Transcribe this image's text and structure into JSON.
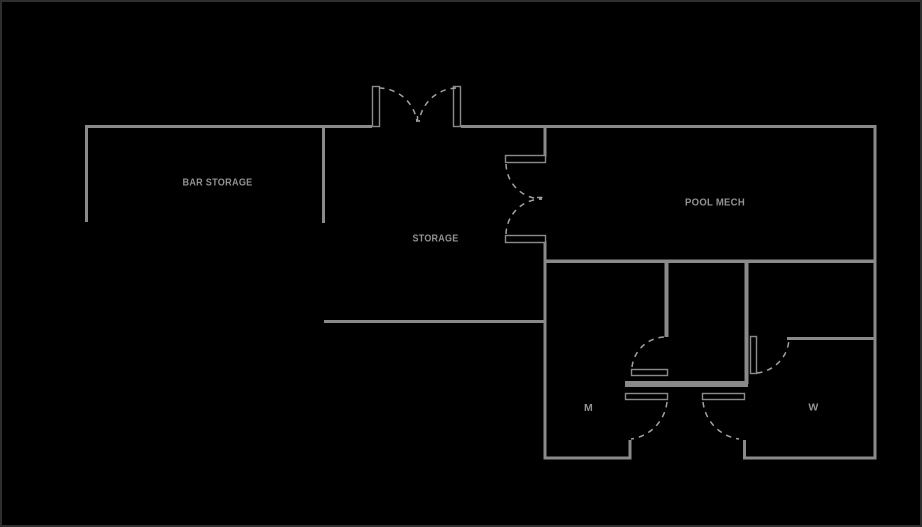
{
  "drawing": {
    "type": "architectural floor plan",
    "background": "#000000"
  },
  "colors": {
    "background": "#000000",
    "wall": "#8a8a8a",
    "door_swing": "#a2a2a2",
    "label": "#929292",
    "border": "#2e2e2e"
  },
  "rooms": [
    {
      "id": "bar-storage",
      "label": "BAR STORAGE"
    },
    {
      "id": "storage",
      "label": "STORAGE"
    },
    {
      "id": "pool-mech",
      "label": "POOL MECH"
    },
    {
      "id": "mens-restroom",
      "label": "M"
    },
    {
      "id": "womens-restroom",
      "label": "W"
    }
  ]
}
